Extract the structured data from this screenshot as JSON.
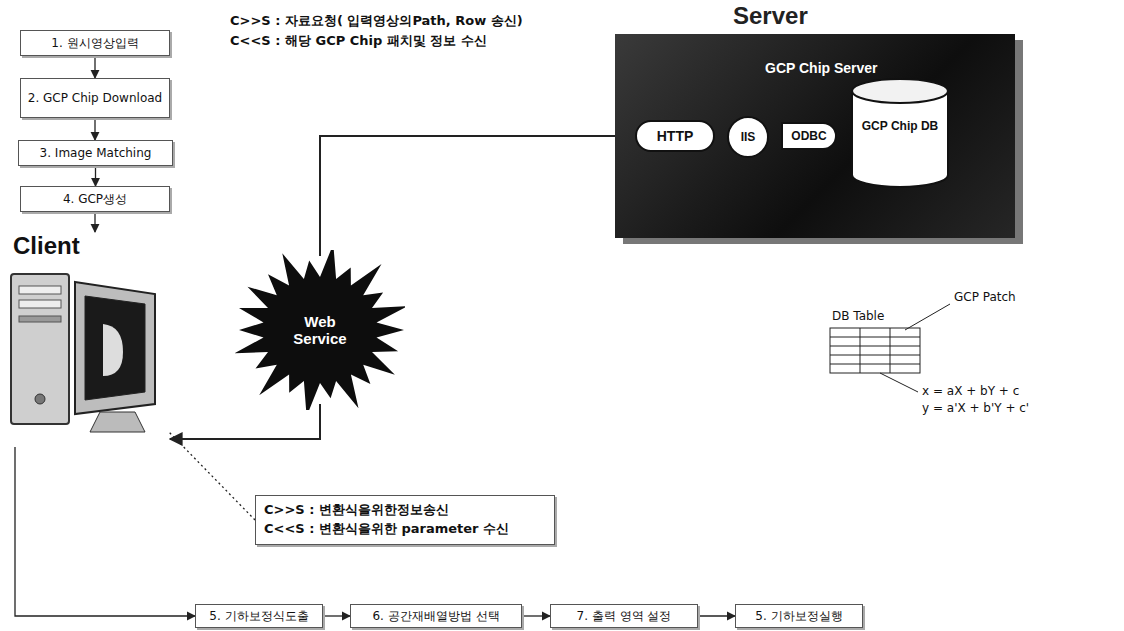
{
  "diagram": {
    "nodes": [
      {
        "text": [
          "1. 원시영상입력"
        ]
      },
      {
        "text": [
          "2. GCP Chip Download"
        ]
      },
      {
        "text": [
          "3. Image Matching"
        ]
      },
      {
        "text": [
          "4. GCP생성"
        ]
      },
      {
        "text": [
          "Client"
        ]
      },
      {
        "text": [
          "Web Service"
        ]
      },
      {
        "text": [
          "Server",
          "GCP Chip Server"
        ]
      },
      {
        "text": [
          "HTTP"
        ],
        "in": 6
      },
      {
        "text": [
          "IIS"
        ],
        "in": 6
      },
      {
        "text": [
          "ODBC"
        ],
        "in": 6
      },
      {
        "text": [
          "GCP Chip DB"
        ],
        "in": 6
      },
      {
        "text": [
          "C>>S : 변환식을위한정보송신",
          "C<<S : 변환식을위한 parameter 수신"
        ]
      },
      {
        "text": [
          "5. 기하보정식도출"
        ]
      },
      {
        "text": [
          "6. 공간재배열방법 선택"
        ]
      },
      {
        "text": [
          "7. 출력 영역 설정"
        ]
      },
      {
        "text": [
          "5. 기하보정실행"
        ]
      }
    ],
    "edges": [
      {
        "from": 0,
        "to": 1,
        "arrow": "to"
      },
      {
        "from": 1,
        "to": 2,
        "arrow": "to"
      },
      {
        "from": 2,
        "to": 3,
        "arrow": "to"
      },
      {
        "from": 3,
        "to": 4,
        "arrow": "to"
      },
      {
        "from": 5,
        "to": 4,
        "arrow": "to"
      },
      {
        "from": 5,
        "to": 7,
        "arrow": "none"
      },
      {
        "from": 7,
        "to": 8,
        "arrow": "none"
      },
      {
        "from": 8,
        "to": 9,
        "arrow": "none"
      },
      {
        "from": 9,
        "to": 10,
        "arrow": "none"
      },
      {
        "from": 11,
        "to": 4,
        "arrow": "none"
      },
      {
        "from": 4,
        "to": 12,
        "arrow": "to"
      },
      {
        "from": 12,
        "to": 13,
        "arrow": "to"
      },
      {
        "from": 13,
        "to": 14,
        "arrow": "to"
      },
      {
        "from": 14,
        "to": 15,
        "arrow": "to"
      }
    ],
    "labels": [
      "C>>S : 자료요청( 입력영상의Path, Row 송신)",
      "C<<S : 해당 GCP Chip 패치및 정보 수신",
      "DB Table",
      "GCP Patch",
      "x = aX + bY + c",
      "y = a'X + b'Y + c'"
    ]
  }
}
